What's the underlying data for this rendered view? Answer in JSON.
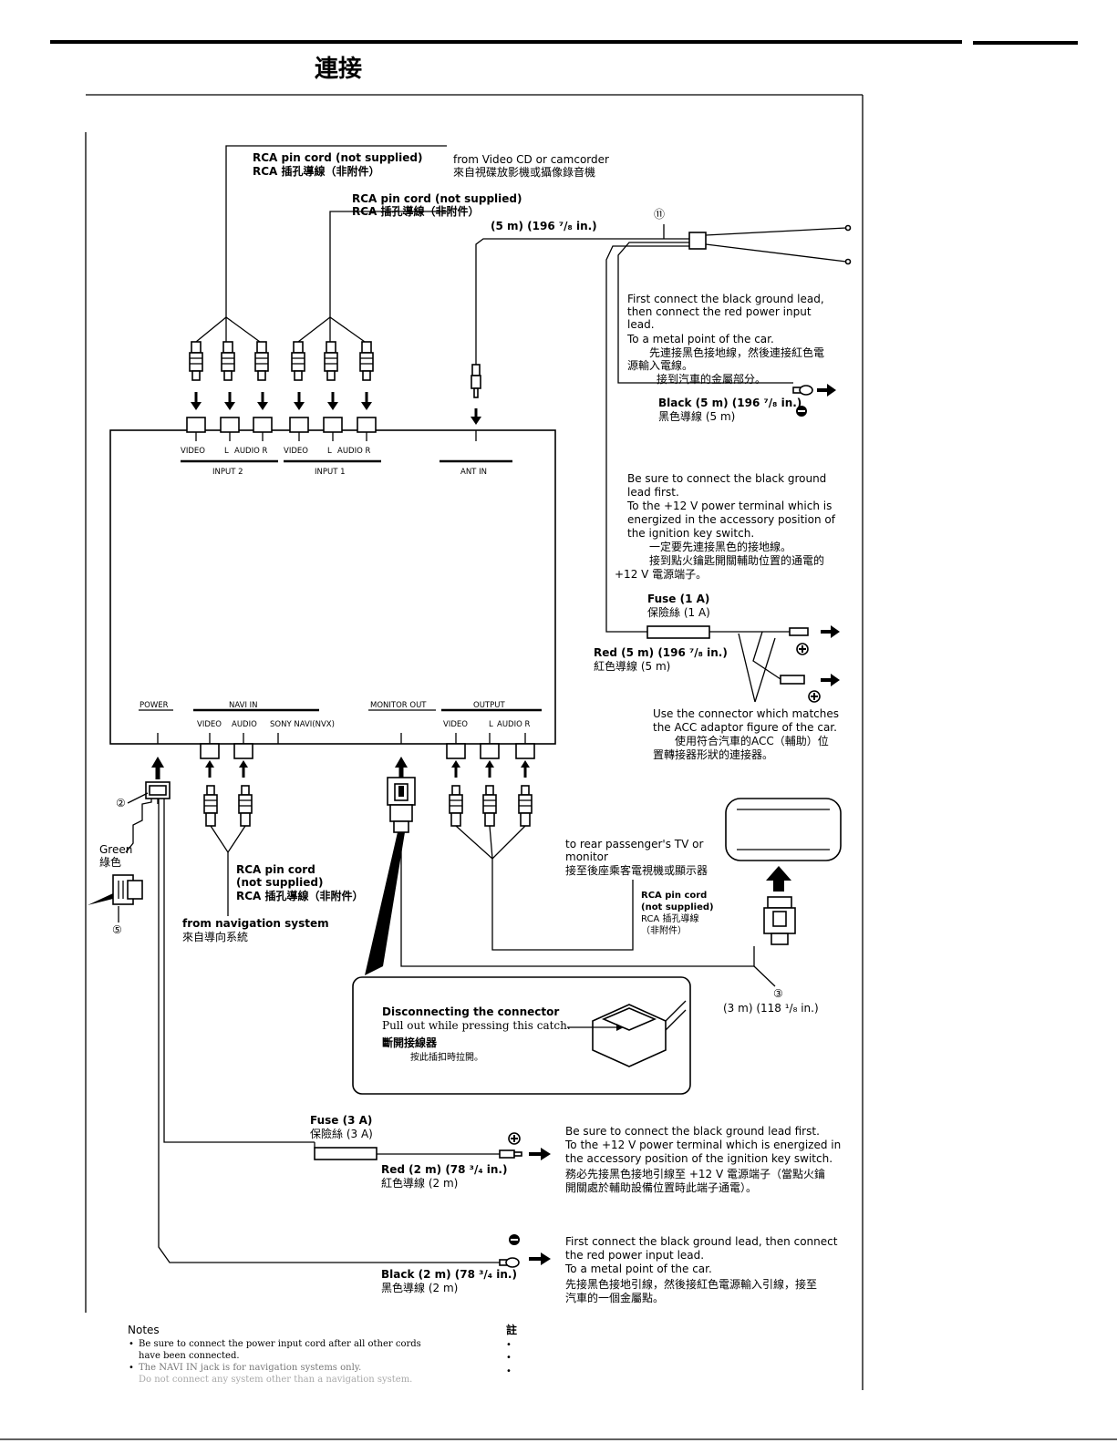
{
  "page_title": "連接",
  "unit": {
    "input2": {
      "video": "VIDEO",
      "l": "L",
      "audio_r": "AUDIO R",
      "group": "INPUT 2"
    },
    "input1": {
      "video": "VIDEO",
      "l": "L",
      "audio_r": "AUDIO R",
      "group": "INPUT 1"
    },
    "ant_in": "ANT IN",
    "power": "POWER",
    "navi_in": {
      "group": "NAVI IN",
      "video": "VIDEO",
      "audio": "AUDIO",
      "sony": "SONY NAVI(NVX)"
    },
    "monitor_out": "MONITOR OUT",
    "output": {
      "group": "OUTPUT",
      "video": "VIDEO",
      "l": "L",
      "audio_r": "AUDIO R"
    }
  },
  "labels": {
    "rca_top_en": "RCA pin cord (not supplied)",
    "rca_top_zh": "RCA 插孔導線（非附件）",
    "from_vcd_en": "from Video CD or camcorder",
    "from_vcd_zh": "來自視碟放影機或攝像錄音機",
    "rca_mid_en": "RCA pin cord (not supplied)",
    "rca_mid_zh": "RCA 插孔導線（非附件）",
    "len_5m": "(5 m) (196 ⁷/₈ in.)",
    "callout_11": "⑪",
    "ground1": {
      "l1": "First connect the black ground lead,",
      "l2": "then connect the red power input",
      "l3": "lead.",
      "l4": "To a metal point of the car.",
      "l5": "先連接黑色接地線，然後連接紅色電",
      "l6": "源輸入電線。",
      "l7": "接到汽車的金屬部分。"
    },
    "black5_en": "Black (5 m) (196 ⁷/₈ in.)",
    "black5_zh": "黑色導線 (5 m)",
    "power12": {
      "l1": "Be sure to connect the black ground",
      "l2": "lead first.",
      "l3": "To the +12 V power terminal which is",
      "l4": "energized in the accessory position of",
      "l5": "the ignition key switch.",
      "l6": "一定要先連接黑色的接地線。",
      "l7": "接到點火鑰匙開關輔助位置的通電的",
      "l8": "+12 V 電源端子。"
    },
    "fuse1_en": "Fuse (1 A)",
    "fuse1_zh": "保險絲 (1 A)",
    "red5_en": "Red (5 m) (196 ⁷/₈ in.)",
    "red5_zh": "紅色導線 (5 m)",
    "acc": {
      "l1": "Use the connector which matches",
      "l2": "the ACC adaptor figure of the car.",
      "l3": "使用符合汽車的ACC（輔助）位",
      "l4": "置轉接器形狀的連接器。"
    },
    "callout_2": "②",
    "green_en": "Green",
    "green_zh": "綠色",
    "callout_5": "⑤",
    "rca_nav_l1": "RCA pin cord",
    "rca_nav_l2": "(not supplied)",
    "rca_nav_l3": "RCA 插孔導線（非附件）",
    "from_nav_en": "from navigation system",
    "from_nav_zh": "來自導向系統",
    "rear_tv": {
      "l1": "to rear passenger's TV or",
      "l2": "monitor",
      "l3": "接至後座乘客電視機或顯示器"
    },
    "rca_out": {
      "l1": "RCA pin cord",
      "l2": "(not supplied)",
      "l3": "RCA 插孔導線",
      "l4": "（非附件）"
    },
    "callout_3": "③",
    "len_3m": "(3 m) (118 ¹/₈ in.)",
    "disconnect": {
      "title": "Disconnecting the connector",
      "body": "Pull out while pressing this catch.",
      "title_zh": "斷開接線器",
      "body_zh": "按此插扣時拉開。"
    },
    "fuse3_en": "Fuse (3 A)",
    "fuse3_zh": "保險絲 (3 A)",
    "red2_en": "Red (2 m) (78 ³/₄ in.)",
    "red2_zh": "紅色導線 (2 m)",
    "power12b": {
      "l1": "Be sure to connect the black ground lead first.",
      "l2": "To the +12 V power terminal which is energized in",
      "l3": "the accessory position of the ignition key switch.",
      "l4": "務必先接黑色接地引線至 +12 V 電源端子（當點火鑰",
      "l5": "開關處於輔助設備位置時此端子通電）。"
    },
    "ground2": {
      "l1": "First connect the black ground lead, then connect",
      "l2": "the red power input lead.",
      "l3": "To a metal point of the car.",
      "l4": "先接黑色接地引線，然後接紅色電源輸入引線，接至",
      "l5": "汽車的一個金屬點。"
    },
    "black2_en": "Black (2 m) (78 ³/₄ in.)",
    "black2_zh": "黑色導線 (2 m)",
    "plus_sign": "+",
    "minus_sign": "−"
  },
  "notes": {
    "title": "Notes",
    "items": [
      "Be sure to connect the power input cord after all other cords",
      "have been connected.",
      "The NAVI IN jack is for navigation systems only.",
      "Do not connect any system other than a navigation system."
    ],
    "title_zh": "註"
  }
}
